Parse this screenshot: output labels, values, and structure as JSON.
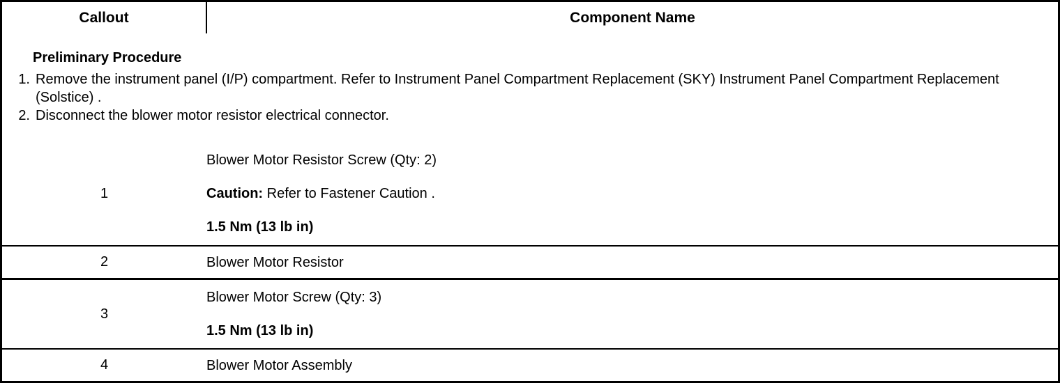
{
  "document": {
    "type": "service-manual-component-table",
    "title": "Blower Motor Replacement Callout Table"
  },
  "table": {
    "headers": {
      "callout": "Callout",
      "component_name": "Component Name"
    },
    "preliminary": {
      "heading": "Preliminary Procedure",
      "steps": [
        {
          "number": "1.",
          "text": "Remove the instrument panel (I/P) compartment. Refer to Instrument Panel Compartment Replacement (SKY) Instrument Panel Compartment Replacement (Solstice) ."
        },
        {
          "number": "2.",
          "text": "Disconnect the blower motor resistor electrical connector."
        }
      ]
    },
    "rows": [
      {
        "callout": "1",
        "lines": [
          {
            "text": "Blower Motor Resistor Screw (Qty: 2)",
            "bold": false
          },
          {
            "lead": "Caution:",
            "lead_bold": true,
            "text": " Refer to Fastener Caution .",
            "bold": false
          },
          {
            "text": "1.5 Nm (13 lb in)",
            "bold": true
          }
        ]
      },
      {
        "callout": "2",
        "lines": [
          {
            "text": "Blower Motor Resistor",
            "bold": false
          }
        ]
      },
      {
        "callout": "3",
        "lines": [
          {
            "text": "Blower Motor Screw (Qty: 3)",
            "bold": false
          },
          {
            "text": "1.5 Nm (13 lb in)",
            "bold": true
          }
        ]
      },
      {
        "callout": "4",
        "lines": [
          {
            "text": "Blower Motor Assembly",
            "bold": false
          }
        ]
      }
    ]
  },
  "colors": {
    "text": "#000000",
    "background": "#ffffff",
    "border": "#000000"
  }
}
